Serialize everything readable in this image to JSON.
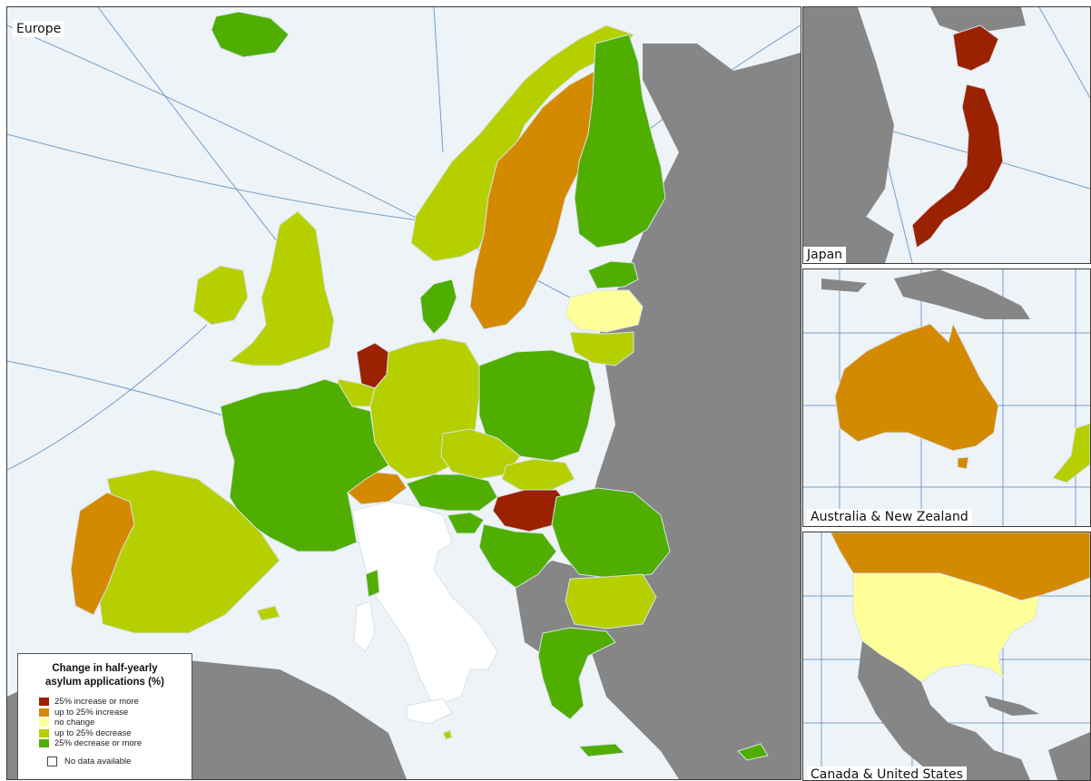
{
  "panels": {
    "europe": "Europe",
    "japan": "Japan",
    "australia": "Australia & New Zealand",
    "north_america": "Canada & United States"
  },
  "legend": {
    "title_line1": "Change in half-yearly",
    "title_line2": "asylum applications (%)",
    "items": [
      {
        "label": "25% increase or more",
        "color": "#9b2200"
      },
      {
        "label": "up to 25% increase",
        "color": "#d48a00"
      },
      {
        "label": "no change",
        "color": "#ffff99"
      },
      {
        "label": "up to 25% decrease",
        "color": "#b6cf00"
      },
      {
        "label": "25% decrease or more",
        "color": "#4fae00"
      }
    ],
    "no_data": "No data available"
  },
  "country_categories": {
    "United Kingdom": "up to 25% decrease",
    "Ireland": "up to 25% decrease",
    "Norway": "up to 25% decrease",
    "Sweden": "up to 25% increase",
    "Finland": "25% decrease or more",
    "Iceland": "25% decrease or more",
    "Denmark": "25% decrease or more",
    "Estonia": "25% decrease or more",
    "Latvia": "no change",
    "Lithuania": "up to 25% decrease",
    "Netherlands": "25% increase or more",
    "Belgium": "up to 25% decrease",
    "Germany": "up to 25% decrease",
    "Poland": "25% decrease or more",
    "France": "25% decrease or more",
    "Switzerland": "up to 25% increase",
    "Austria": "25% decrease or more",
    "Czech Republic": "up to 25% decrease",
    "Slovakia": "up to 25% decrease",
    "Hungary": "25% increase or more",
    "Slovenia": "25% decrease or more",
    "Romania": "25% decrease or more",
    "Bulgaria": "up to 25% decrease",
    "Greece": "25% decrease or more",
    "Cyprus": "25% decrease or more",
    "Malta": "up to 25% decrease",
    "Spain": "up to 25% decrease",
    "Portugal": "up to 25% increase",
    "Italy": "No data available",
    "Japan": "25% increase or more",
    "Australia": "up to 25% increase",
    "New Zealand": "up to 25% decrease",
    "Canada": "up to 25% increase",
    "United States": "no change"
  }
}
